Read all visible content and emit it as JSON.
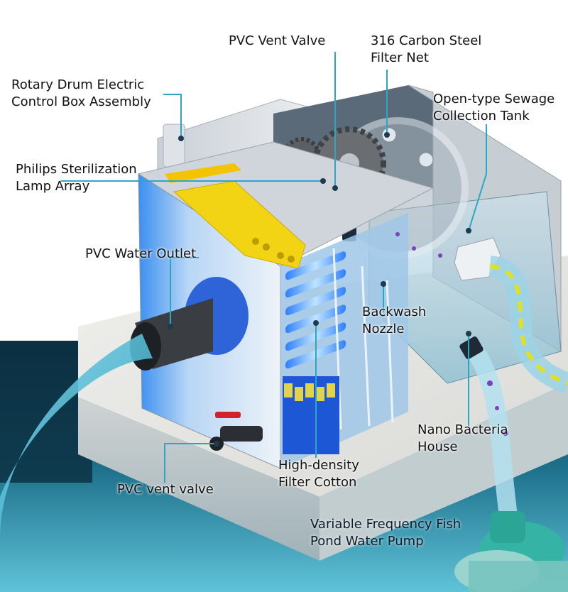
{
  "labels": {
    "pvc_vent_valve_top": "PVC Vent Valve",
    "filter_net": [
      "316 Carbon Steel",
      "Filter Net"
    ],
    "control_box": [
      "Rotary Drum Electric",
      "Control Box Assembly"
    ],
    "sewage_tank": [
      "Open-type Sewage",
      "Collection Tank"
    ],
    "sterilization_lamp": [
      "Philips Sterilization",
      "Lamp Array"
    ],
    "water_outlet": "PVC Water Outlet",
    "backwash_nozzle": [
      "Backwash",
      "Nozzle"
    ],
    "bacteria_house": [
      "Nano Bacteria",
      "House"
    ],
    "filter_cotton": [
      "High-density",
      "Filter Cotton"
    ],
    "pvc_vent_valve_bottom": "PVC vent valve",
    "water_pump": [
      "Variable Frequency Fish",
      "Pond Water Pump"
    ]
  },
  "colors": {
    "leader_line": "#2aa7c2",
    "water": "#3fb8d6",
    "box_steel": "#d7dde3",
    "uv_glow": "#6ab8ff",
    "sponge_yellow": "#f2d414",
    "concrete": "#e6e6e4"
  }
}
